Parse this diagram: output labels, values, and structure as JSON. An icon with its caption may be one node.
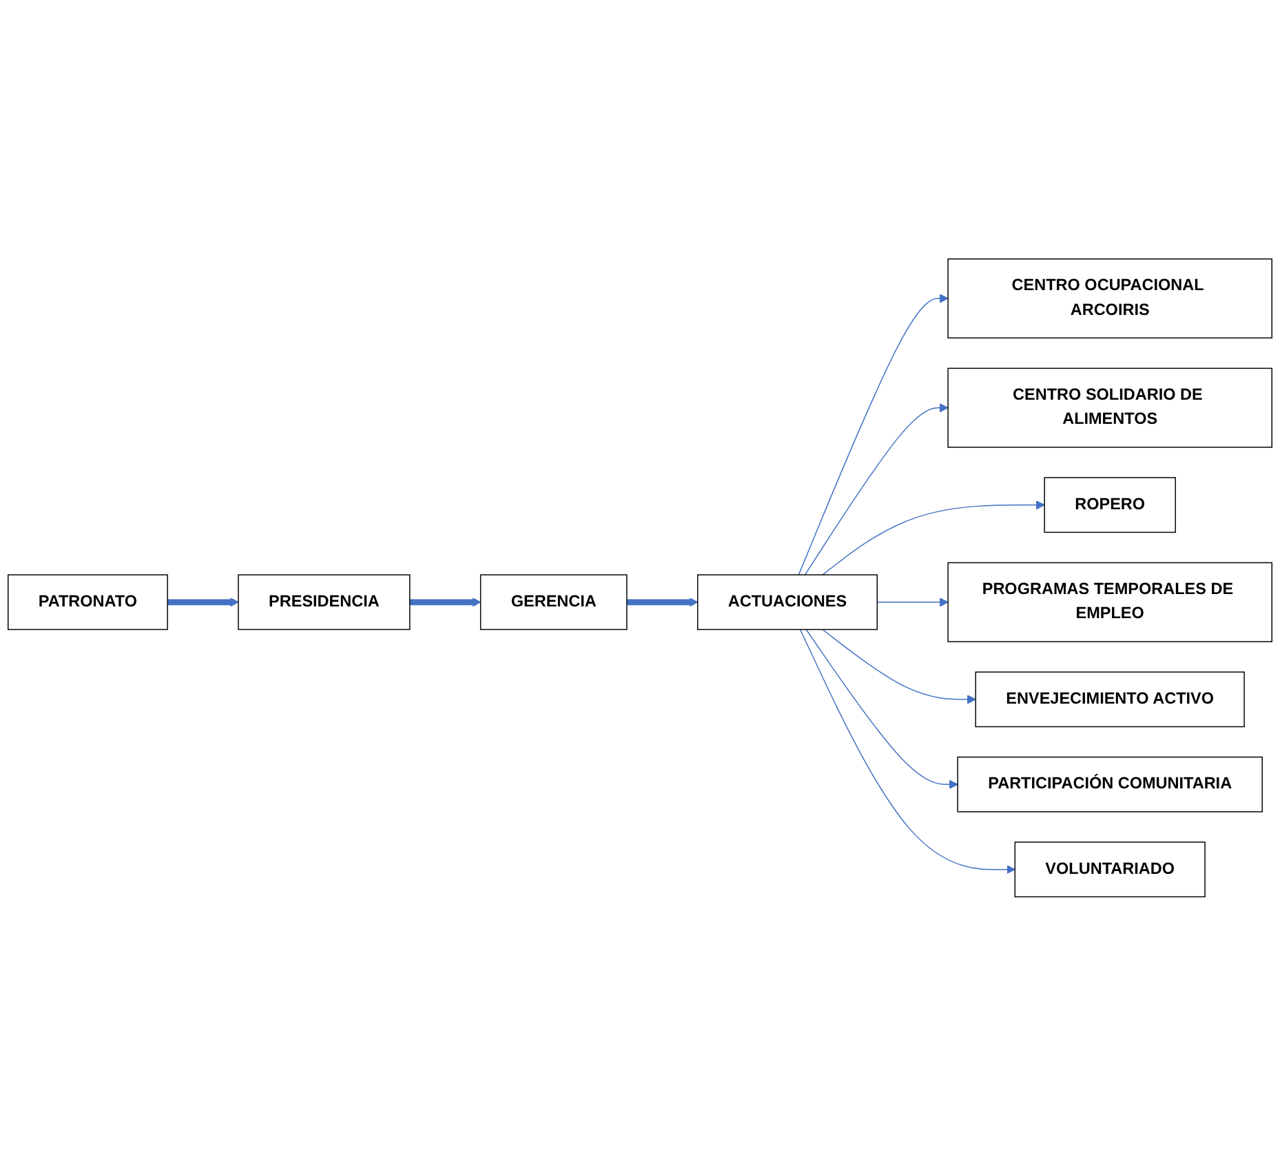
{
  "diagram": {
    "nodes": [
      {
        "text": [
          "PATRONATO"
        ]
      },
      {
        "text": [
          "PRESIDENCIA"
        ]
      },
      {
        "text": [
          "GERENCIA"
        ]
      },
      {
        "text": [
          "ACTUACIONES"
        ]
      },
      {
        "text": [
          "CENTRO OCUPACIONAL ARCOIRIS"
        ]
      },
      {
        "text": [
          "CENTRO SOLIDARIO DE ALIMENTOS"
        ]
      },
      {
        "text": [
          "ROPERO"
        ]
      },
      {
        "text": [
          "PROGRAMAS TEMPORALES DE EMPLEO"
        ]
      },
      {
        "text": [
          "ENVEJECIMIENTO ACTIVO"
        ]
      },
      {
        "text": [
          "PARTICIPACIÓN COMUNITARIA"
        ]
      },
      {
        "text": [
          "VOLUNTARIADO"
        ]
      }
    ],
    "edges": [
      {
        "from": 0,
        "to": 1,
        "arrow": "to",
        "style": "thick",
        "color": "#4472c4"
      },
      {
        "from": 1,
        "to": 2,
        "arrow": "to",
        "style": "thick",
        "color": "#4472c4"
      },
      {
        "from": 2,
        "to": 3,
        "arrow": "to",
        "style": "thick",
        "color": "#4472c4"
      },
      {
        "from": 3,
        "to": 4,
        "arrow": "to",
        "color": "#4472c4"
      },
      {
        "from": 3,
        "to": 5,
        "arrow": "to",
        "color": "#4472c4"
      },
      {
        "from": 3,
        "to": 6,
        "arrow": "to",
        "color": "#4472c4"
      },
      {
        "from": 3,
        "to": 7,
        "arrow": "to",
        "color": "#4472c4"
      },
      {
        "from": 3,
        "to": 8,
        "arrow": "to",
        "color": "#4472c4"
      },
      {
        "from": 3,
        "to": 9,
        "arrow": "to",
        "color": "#4472c4"
      },
      {
        "from": 3,
        "to": 10,
        "arrow": "to",
        "color": "#4472c4"
      }
    ]
  }
}
